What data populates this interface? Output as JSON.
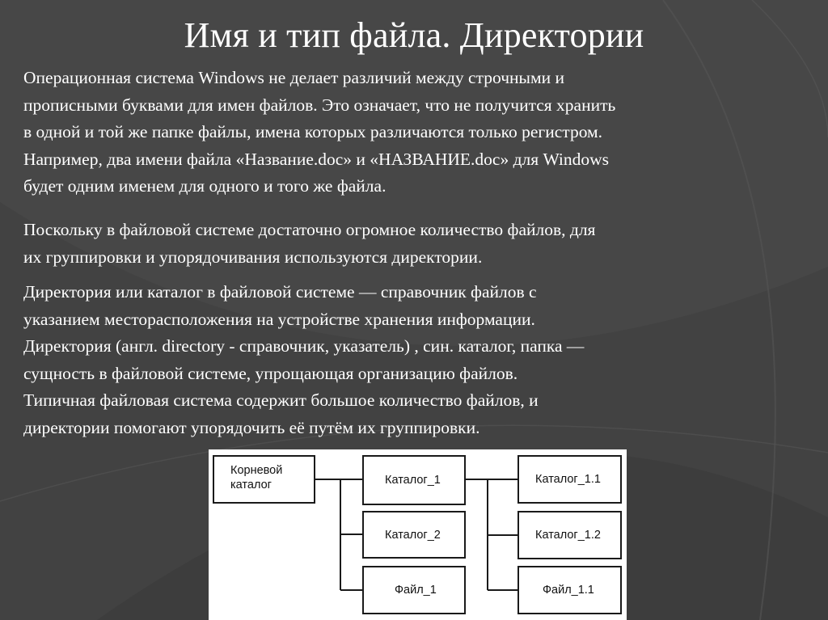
{
  "slide": {
    "title": "Имя и тип файла. Директории",
    "paragraph1": [
      "Операционная система Windows  не делает различий между строчными и",
      "прописными буквами для имен файлов. Это означает, что не получится хранить",
      "в одной и той же папке файлы, имена которых различаются только регистром.",
      "Например, два имени файла «Название.doc» и «НАЗВАНИЕ.doc» для Windows",
      "будет одним именем для одного и того же файла."
    ],
    "paragraph2": [
      "Поскольку в файловой системе достаточно огромное количество файлов, для",
      "их группировки и упорядочивания используются директории."
    ],
    "paragraph3": [
      "Директория или каталог в файловой системе — справочник файлов с",
      "указанием месторасположения на устройстве хранения информации.",
      "Директория (англ. directory - справочник, указатель) , син. каталог, папка —",
      "сущность в файловой системе, упрощающая организацию файлов.",
      "Типичная файловая система содержит большое количество файлов, и",
      "директории помогают упорядочить её путём их группировки."
    ]
  },
  "diagram": {
    "root": [
      "Корневой",
      "каталог"
    ],
    "level1": [
      "Каталог_1",
      "Каталог_2",
      "Файл_1"
    ],
    "level2": [
      "Каталог_1.1",
      "Каталог_1.2",
      "Файл_1.1"
    ]
  },
  "colors": {
    "background": "#474747",
    "text": "#ffffff",
    "diagram_background": "#ffffff",
    "diagram_lines": "#1a1a1a"
  }
}
